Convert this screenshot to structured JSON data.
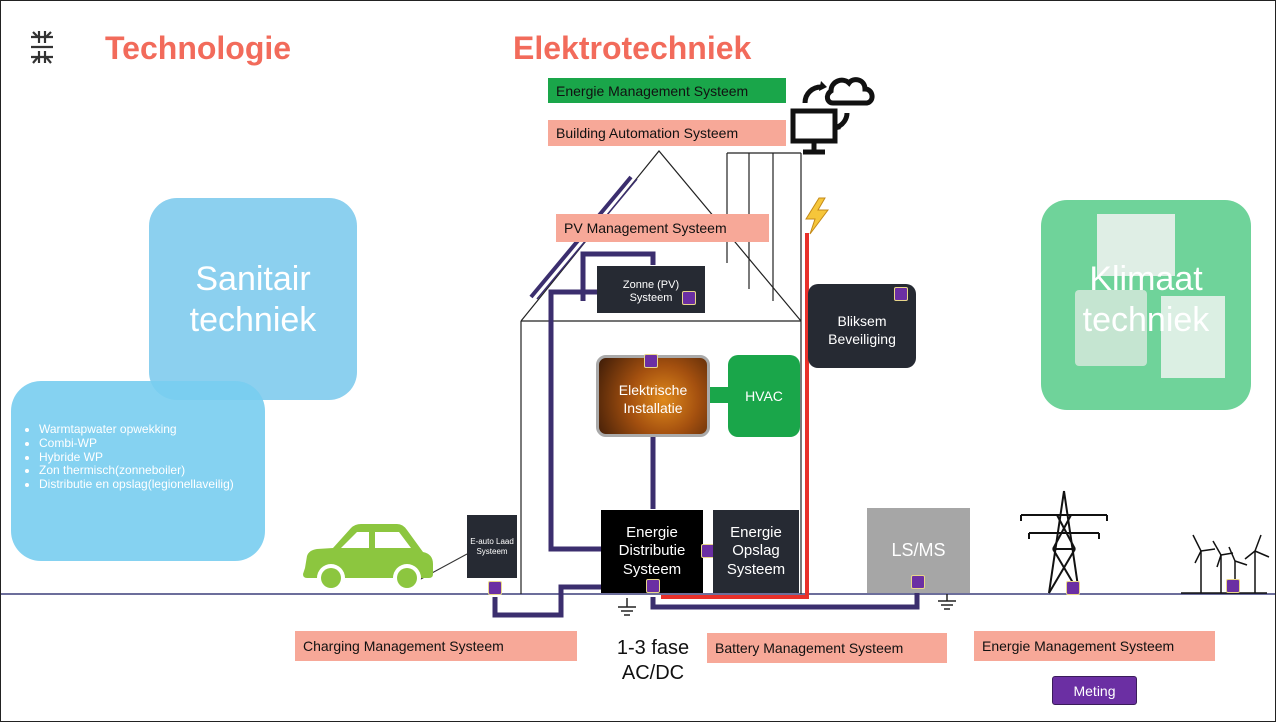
{
  "header": {
    "title_left": "Technologie",
    "title_center": "Elektrotechniek",
    "logo_icon": "snowflake-grid-icon",
    "accent": "#f26b5b"
  },
  "systems": {
    "energie_management_top": "Energie Management Systeem",
    "building_automation": "Building Automation Systeem",
    "pv_management": "PV Management Systeem",
    "charging_management": "Charging Management Systeem",
    "battery_management": "Battery Management Systeem",
    "energie_management_bottom": "Energie Management Systeem",
    "meting": "Meting"
  },
  "blocks": {
    "zonne_pv": "Zonne (PV) Systeem",
    "bliksem": "Bliksem Beveiliging",
    "elektrische": "Elektrische Installatie",
    "hvac": "HVAC",
    "energie_distributie": "Energie Distributie Systeem",
    "energie_opslag": "Energie Opslag Systeem",
    "ls_ms": "LS/MS",
    "e_auto": "E-auto Laad Systeem"
  },
  "sanitair": {
    "title": "Sanitair techniek",
    "items": [
      "Warmtapwater opwekking",
      "Combi-WP",
      "Hybride WP",
      "Zon thermisch(zonneboiler)",
      "Distributie en opslag(legionellaveilig)"
    ]
  },
  "klimaat": {
    "title": "Klimaat techniek"
  },
  "fase_label": "1-3 fase AC/DC",
  "icons": [
    "computer-cloud-icon",
    "lightning-icon",
    "car-icon",
    "pylon-icon",
    "wind-turbine-icon",
    "ground-icon"
  ],
  "colors": {
    "pink_tag": "#f7a898",
    "green_tag": "#1aa64a",
    "purple_line": "#3b2e6e",
    "red_line": "#e8302a",
    "port": "#6b2fa3",
    "blue_blob": "#78c8ec",
    "klimaat_blob": "#6fd39a",
    "dark_block": "#262a33",
    "hvac": "#1aa64a",
    "car": "#8cc63f"
  }
}
